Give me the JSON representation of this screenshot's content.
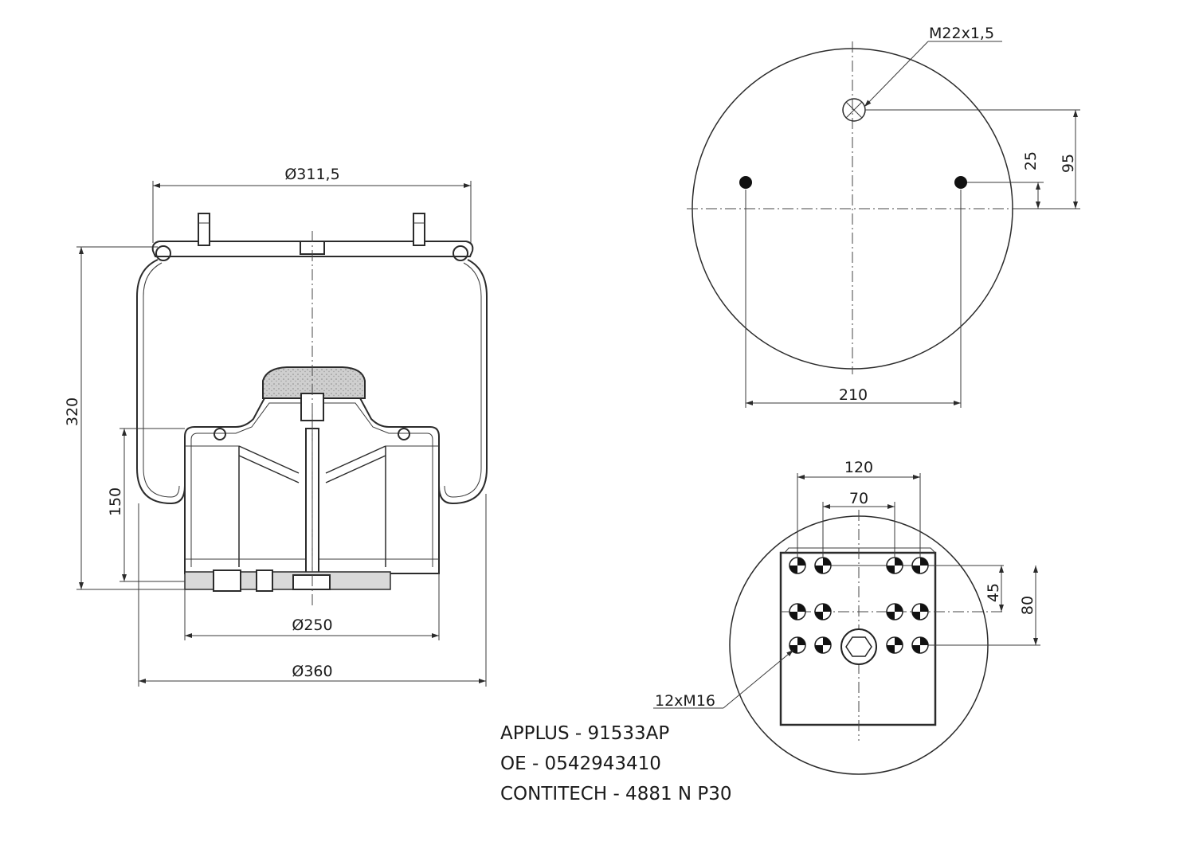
{
  "dimensions": {
    "top_plate_diameter": "Ø311,5",
    "height": "320",
    "piston_height": "150",
    "piston_diameter": "Ø250",
    "bellow_diameter": "Ø360",
    "thread_top": "M22x1,5",
    "offset_25": "25",
    "offset_95": "95",
    "stud_spacing": "210",
    "bottom_width_120": "120",
    "bottom_width_70": "70",
    "bottom_offset_45": "45",
    "bottom_offset_80": "80",
    "bolts": "12xM16"
  },
  "info": {
    "applus": "APPLUS - 91533AP",
    "oe": "OE - 0542943410",
    "contitech": "CONTITECH - 4881 N P30"
  }
}
